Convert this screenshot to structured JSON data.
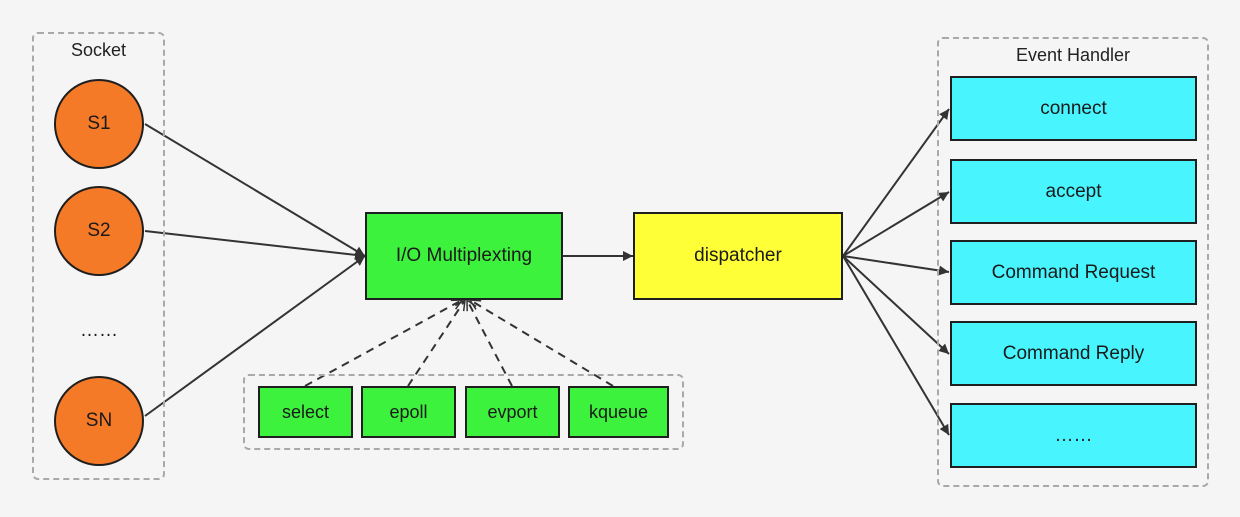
{
  "socket_group": {
    "title": "Socket",
    "nodes": [
      "S1",
      "S2",
      "SN"
    ],
    "ellipsis": "……"
  },
  "multiplexer": {
    "label": "I/O Multiplexting"
  },
  "dispatcher": {
    "label": "dispatcher"
  },
  "backends": [
    "select",
    "epoll",
    "evport",
    "kqueue"
  ],
  "handler_group": {
    "title": "Event Handler",
    "items": [
      "connect",
      "accept",
      "Command Request",
      "Command Reply",
      "……"
    ]
  },
  "colors": {
    "socket_fill": "#f47a28",
    "multiplexer_fill": "#3df23d",
    "dispatcher_fill": "#ffff38",
    "handler_fill": "#48f5ff",
    "edge": "#333333",
    "group_border": "#a9a9a9",
    "background": "#f5f5f5"
  }
}
